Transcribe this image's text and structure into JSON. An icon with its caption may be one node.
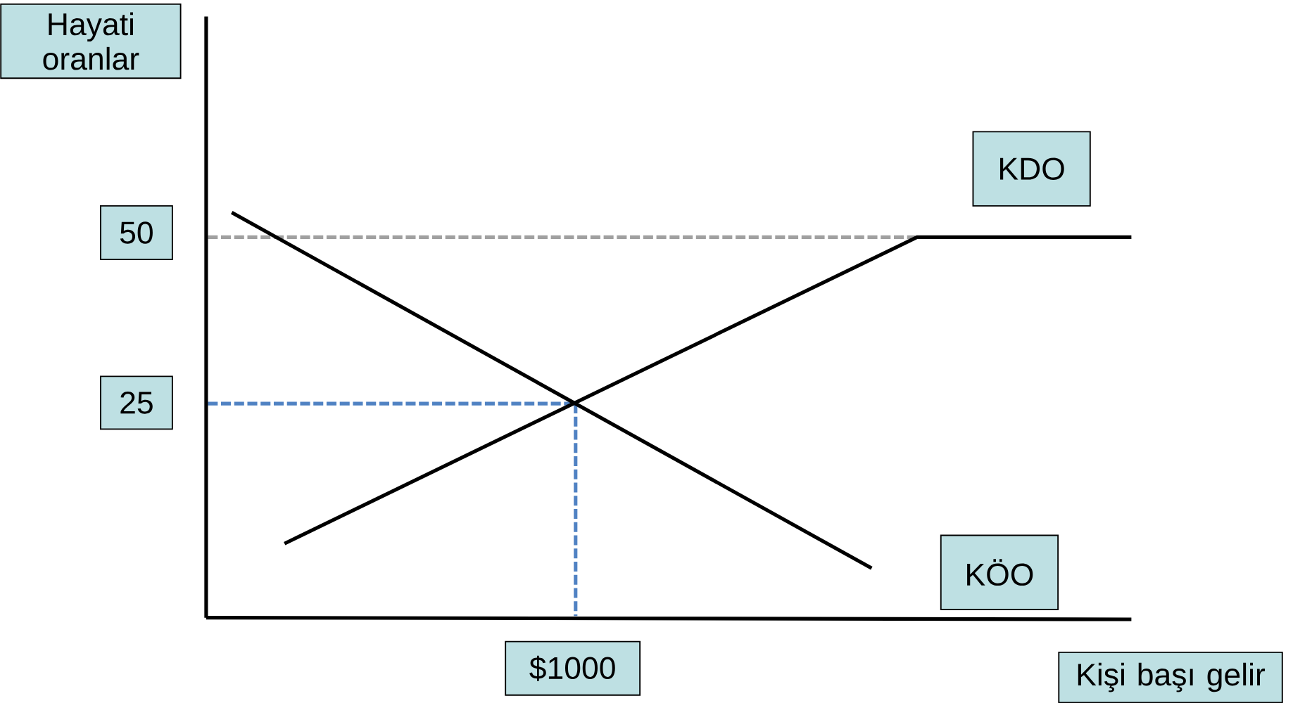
{
  "diagram": {
    "nodes": [
      {
        "text": [
          "Hayati oranlar"
        ]
      },
      {
        "text": [
          "KDO"
        ]
      },
      {
        "text": [
          "50"
        ]
      },
      {
        "text": [
          "25"
        ]
      },
      {
        "text": [
          "KÖO"
        ]
      },
      {
        "text": [
          "$1000"
        ]
      },
      {
        "text": [
          "Kişi başı gelir"
        ]
      }
    ]
  }
}
